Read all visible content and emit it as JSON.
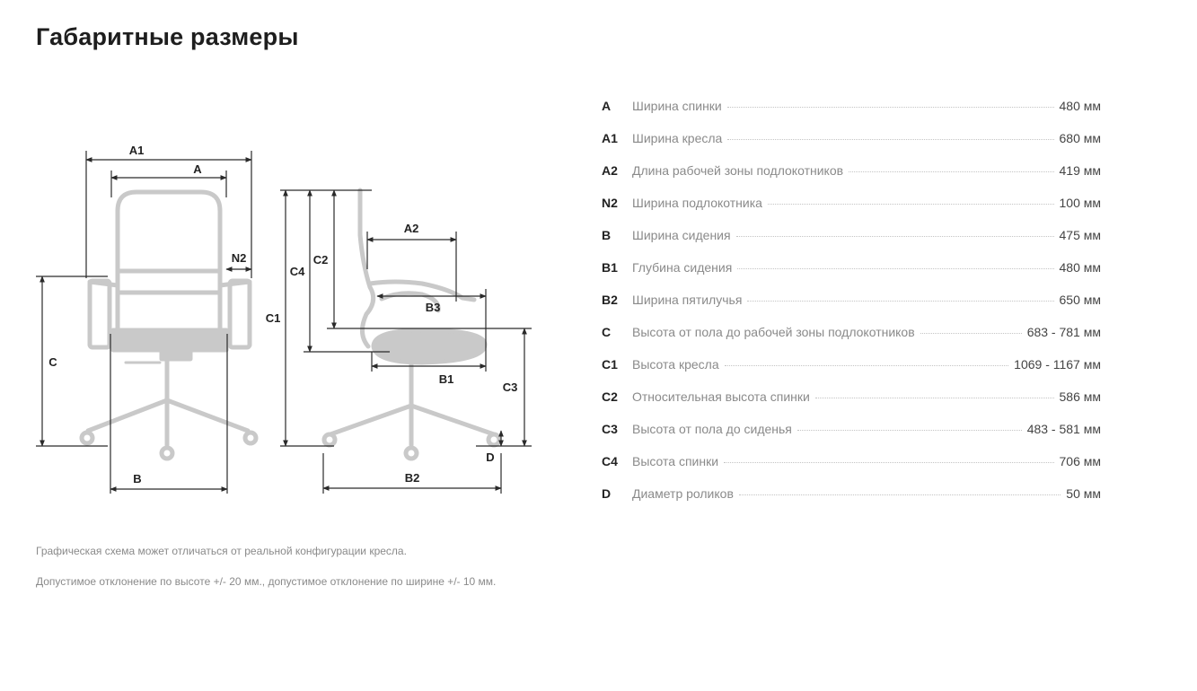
{
  "page": {
    "title": "Габаритные размеры"
  },
  "diagram": {
    "labels": {
      "A1": "A1",
      "A": "A",
      "N2": "N2",
      "C": "C",
      "B": "B",
      "C1": "C1",
      "C4": "C4",
      "C2": "C2",
      "A2": "A2",
      "B3": "B3",
      "B1": "B1",
      "C3": "C3",
      "D": "D",
      "B2": "B2"
    },
    "colors": {
      "silhouette": "#c9c9c9",
      "dimension_line": "#2a2a2a"
    }
  },
  "notes": {
    "line1": "Графическая схема может отличаться от реальной конфигурации кресла.",
    "line2": "Допустимое отклонение по высоте +/- 20 мм., допустимое отклонение по ширине +/- 10 мм."
  },
  "specs": [
    {
      "code": "A",
      "name": "Ширина спинки",
      "value": "480 мм"
    },
    {
      "code": "A1",
      "name": "Ширина кресла",
      "value": "680 мм"
    },
    {
      "code": "A2",
      "name": "Длина рабочей зоны подлокотников",
      "value": "419 мм"
    },
    {
      "code": "N2",
      "name": "Ширина подлокотника",
      "value": "100 мм"
    },
    {
      "code": "B",
      "name": "Ширина сидения",
      "value": "475 мм"
    },
    {
      "code": "B1",
      "name": "Глубина сидения",
      "value": "480 мм"
    },
    {
      "code": "B2",
      "name": "Ширина пятилучья",
      "value": "650 мм"
    },
    {
      "code": "C",
      "name": "Высота от пола до рабочей зоны подлокотников",
      "value": "683 - 781 мм"
    },
    {
      "code": "C1",
      "name": "Высота кресла",
      "value": "1069 - 1167 мм"
    },
    {
      "code": "C2",
      "name": "Относительная высота спинки",
      "value": "586 мм"
    },
    {
      "code": "C3",
      "name": "Высота от пола до сиденья",
      "value": "483 - 581 мм"
    },
    {
      "code": "C4",
      "name": "Высота спинки",
      "value": "706 мм"
    },
    {
      "code": "D",
      "name": "Диаметр роликов",
      "value": "50 мм"
    }
  ]
}
